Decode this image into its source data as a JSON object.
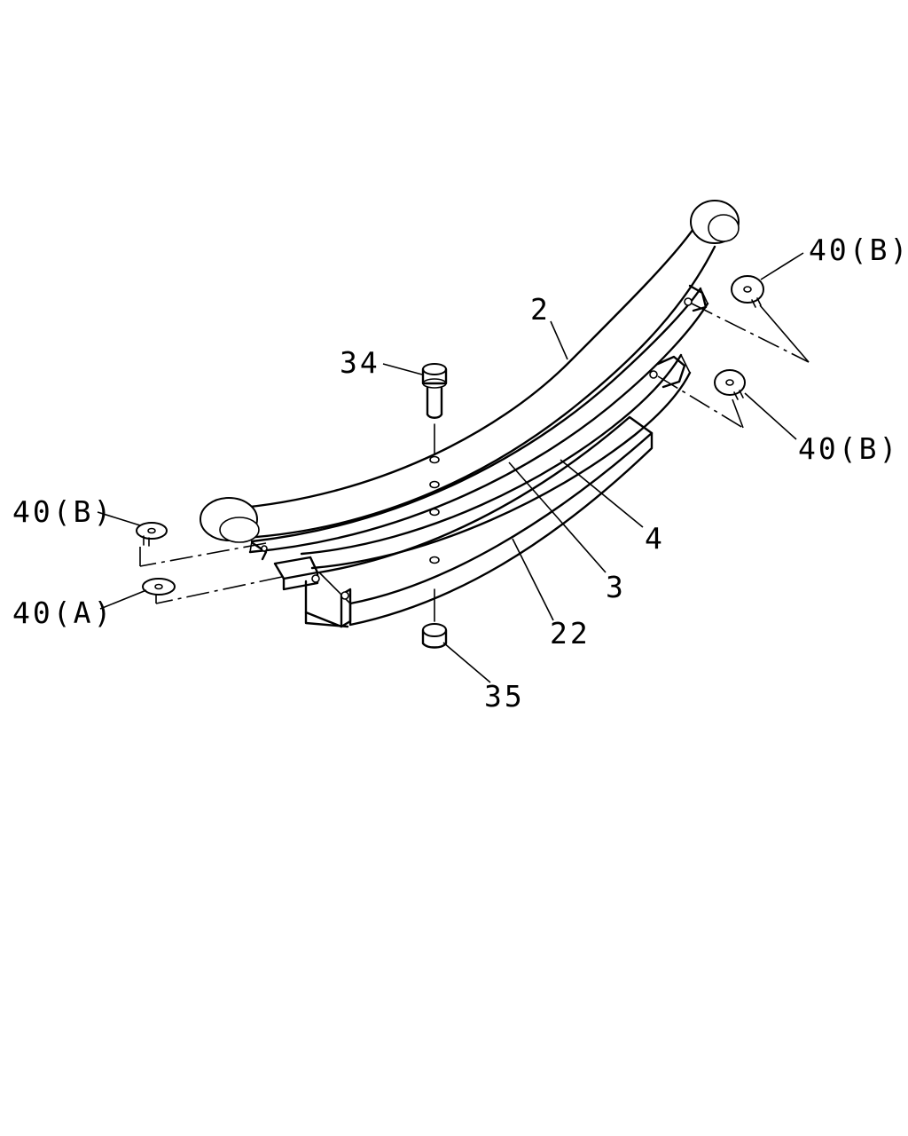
{
  "callouts": {
    "c2": "2",
    "c34": "34",
    "c40b_top_right": "40(B)",
    "c40b_right": "40(B)",
    "c40b_left": "40(B)",
    "c40a_left": "40(A)",
    "c4": "4",
    "c3": "3",
    "c22": "22",
    "c35": "35"
  },
  "colors": {
    "line": "#000000",
    "background": "#ffffff"
  }
}
